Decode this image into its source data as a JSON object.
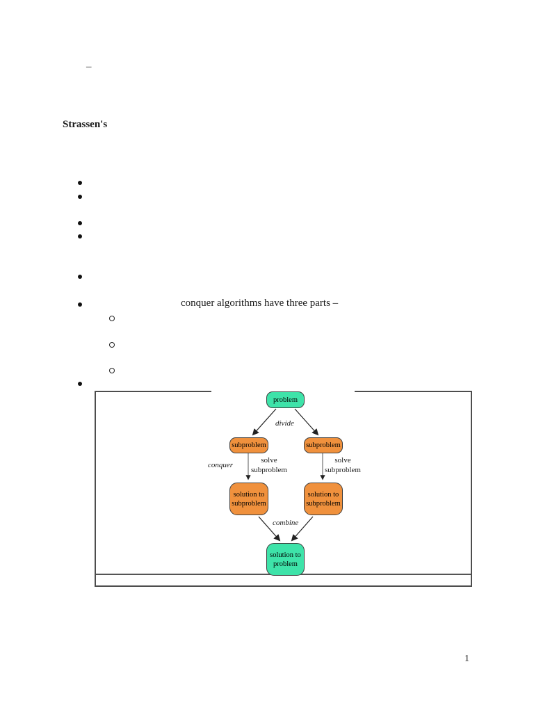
{
  "page": {
    "top_dash": "–",
    "heading": "Strassen's",
    "bullet_text": "conquer algorithms have three parts –",
    "page_number": "1"
  },
  "colors": {
    "node_teal": "#3ee3a9",
    "node_orange": "#f0913d",
    "node_border": "#3f3f3f",
    "frame_border": "#4d4d4d",
    "text": "#1a1a1a"
  },
  "diagram": {
    "node_problem": "problem",
    "node_subproblem": "subproblem",
    "node_solution_subproblem": "solution to\nsubproblem",
    "node_solution_problem": "solution to\nproblem",
    "label_divide": "divide",
    "label_conquer": "conquer",
    "label_solve": "solve\nsubproblem",
    "label_combine": "combine"
  }
}
